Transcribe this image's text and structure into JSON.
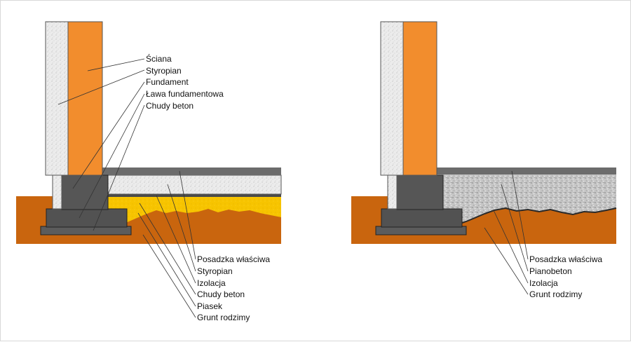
{
  "left_labels_top": [
    "Ściana",
    "Styropian",
    "Fundament",
    "Ława fundamentowa",
    "Chudy beton"
  ],
  "left_labels_bottom": [
    "Posadzka właściwa",
    "Styropian",
    "Izolacja",
    "Chudy beton",
    "Piasek",
    "Grunt rodzimy"
  ],
  "right_labels_bottom": [
    "Posadzka właściwa",
    "Pianobeton",
    "Izolacja",
    "Grunt rodzimy"
  ],
  "colors": {
    "soil": "#c9650e",
    "insulation_wall": "#f28d2d",
    "foundation": "#555555",
    "floor_finish": "#6c6c6c",
    "sand": "#f7c400",
    "foam_concrete": "#c8c8c8",
    "plaster": "#e8e8e8"
  }
}
